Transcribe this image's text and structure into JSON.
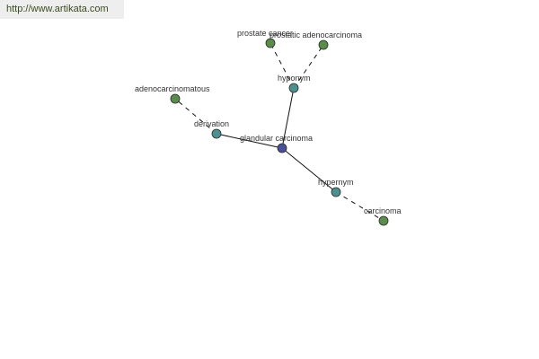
{
  "banner": {
    "url_text": "http://www.artikata.com"
  },
  "colors": {
    "center_node": "#4a4f9a",
    "relation_node": "#4c9090",
    "term_node": "#5a8c4a",
    "node_stroke": "#2a2a2a",
    "edge": "#111111"
  },
  "nodes": [
    {
      "id": "glandular",
      "label": "glandular carcinoma",
      "kind": "center"
    },
    {
      "id": "hyponym",
      "label": "hyponym",
      "kind": "relation"
    },
    {
      "id": "derivation",
      "label": "derivation",
      "kind": "relation"
    },
    {
      "id": "hypernym",
      "label": "hypernym",
      "kind": "relation"
    },
    {
      "id": "prostate",
      "label": "prostate cancer",
      "kind": "term"
    },
    {
      "id": "prostatic",
      "label": "prostatic adenocarcinoma",
      "kind": "term"
    },
    {
      "id": "adenocarcinomatous",
      "label": "adenocarcinomatous",
      "kind": "term"
    },
    {
      "id": "carcinoma",
      "label": "carcinoma",
      "kind": "term"
    }
  ],
  "edges": [
    {
      "from": "glandular",
      "to": "hyponym",
      "style": "solid"
    },
    {
      "from": "glandular",
      "to": "derivation",
      "style": "solid"
    },
    {
      "from": "glandular",
      "to": "hypernym",
      "style": "solid"
    },
    {
      "from": "hyponym",
      "to": "prostate",
      "style": "dashed"
    },
    {
      "from": "hyponym",
      "to": "prostatic",
      "style": "dashed"
    },
    {
      "from": "derivation",
      "to": "adenocarcinomatous",
      "style": "dashed"
    },
    {
      "from": "hypernym",
      "to": "carcinoma",
      "style": "dashed"
    }
  ]
}
